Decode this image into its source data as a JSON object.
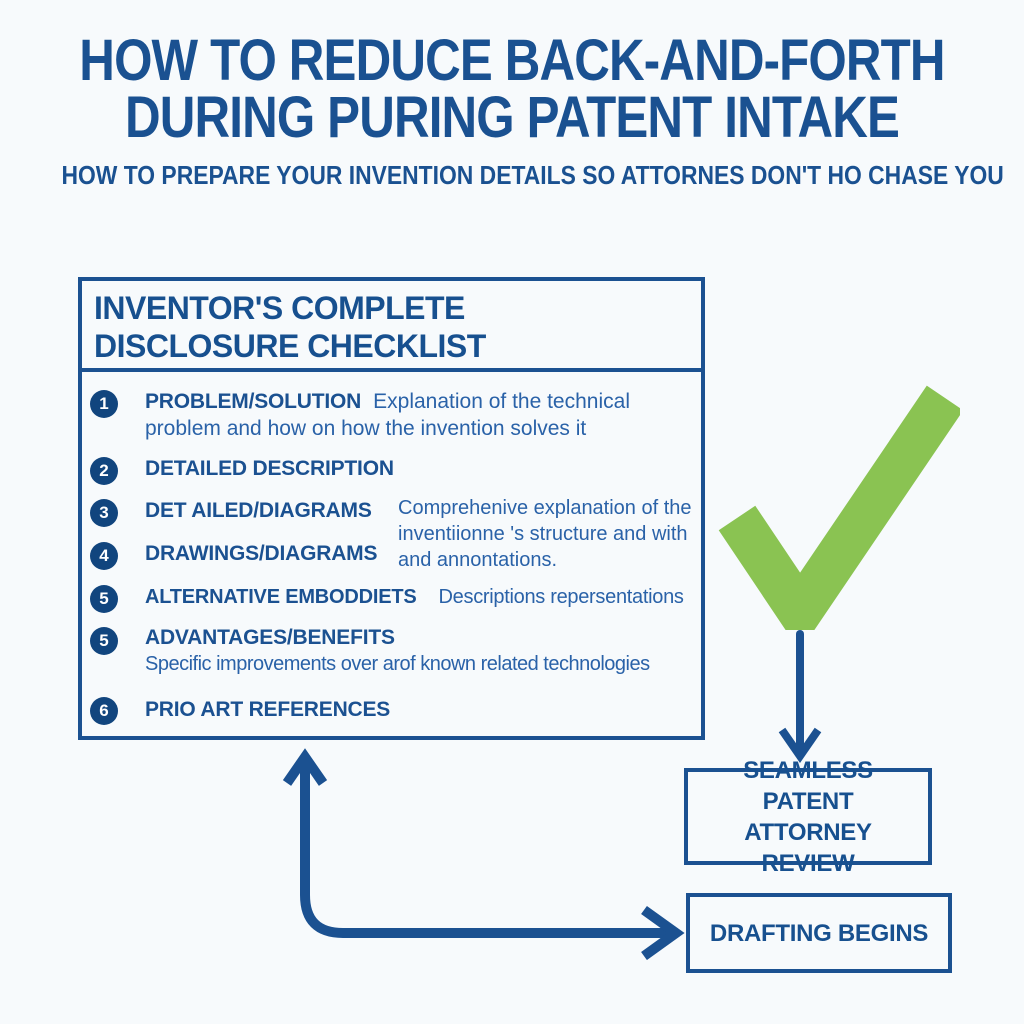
{
  "colors": {
    "blue": "#1a5191",
    "badge_navy": "#11457e",
    "description_blue": "#2a62a8",
    "green": "#8ac352",
    "background": "#f7fafc"
  },
  "header": {
    "title_line1": "HOW TO REDUCE BACK-AND-FORTH",
    "title_line2": "DURING PURING PATENT INTAKE",
    "subtitle": "HOW TO PREPARE YOUR INVENTION DETAILS SO ATTORNES DON'T HO CHASE YOU"
  },
  "checklist": {
    "title": "INVENTOR'S COMPLETE DISCLOSURE CHECKLIST",
    "items": [
      {
        "number": "1",
        "label": "PROBLEM/SOLUTION",
        "description": "Explanation of the technical problem and how on how the invention solves it"
      },
      {
        "number": "2",
        "label": "DETAILED DESCRIPTION",
        "description": ""
      },
      {
        "number": "3",
        "label": "DET AILED/DIAGRAMS",
        "description": ""
      },
      {
        "number": "4",
        "label": "DRAWINGS/DIAGRAMS",
        "description": ""
      },
      {
        "number": "5",
        "label": "ALTERNATIVE EMBODDIETS",
        "description": "Descriptions repersentations"
      },
      {
        "number": "5",
        "label": "ADVANTAGES/BENEFITS",
        "description": "Specific improvements over arof known related technologies"
      },
      {
        "number": "6",
        "label": "PRIO ART REFERENCES",
        "description": ""
      }
    ],
    "shared_description_items_3_4": "Comprehenive explanation of the inventiionne 's structure and with and annontations."
  },
  "flow": {
    "review_box_label": "SEAMLESS PATENT ATTORNEY REVIEW",
    "drafting_box_label": "DRAFTING BEGINS"
  }
}
